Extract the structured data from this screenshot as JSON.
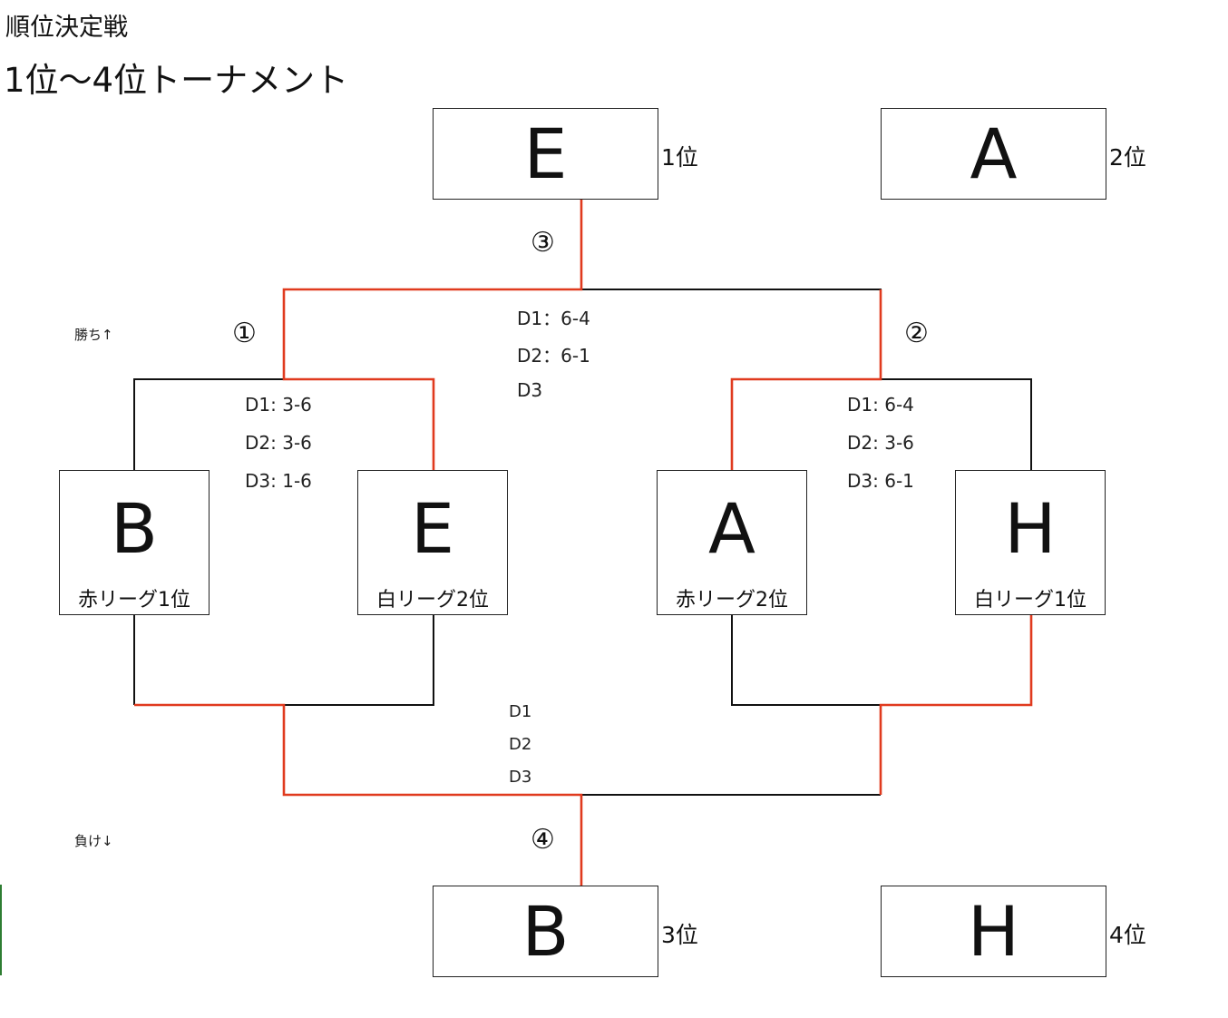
{
  "header": {
    "title": "順位決定戦",
    "subtitle": "1位〜4位トーナメント"
  },
  "colors": {
    "line": "#111111",
    "winner_line": "#e03a1e"
  },
  "labels": {
    "win": "勝ち↑",
    "lose": "負け↓"
  },
  "results": [
    {
      "team": "E",
      "rank": "1位"
    },
    {
      "team": "A",
      "rank": "2位"
    },
    {
      "team": "B",
      "rank": "3位"
    },
    {
      "team": "H",
      "rank": "4位"
    }
  ],
  "teams": [
    {
      "team": "B",
      "label": "赤リーグ1位"
    },
    {
      "team": "E",
      "label": "白リーグ2位"
    },
    {
      "team": "A",
      "label": "赤リーグ2位"
    },
    {
      "team": "H",
      "label": "白リーグ1位"
    }
  ],
  "matches": {
    "m1": {
      "no": "①",
      "scores": [
        "D1: 3-6",
        "D2: 3-6",
        "D3: 1-6"
      ]
    },
    "m2": {
      "no": "②",
      "scores": [
        "D1: 6-4",
        "D2: 3-6",
        "D3: 6-1"
      ]
    },
    "m3": {
      "no": "③",
      "scores": [
        "D1：6-4",
        "D2：6-1",
        "D3"
      ]
    },
    "m4": {
      "no": "④",
      "scores": [
        "D1",
        "D2",
        "D3"
      ]
    }
  }
}
